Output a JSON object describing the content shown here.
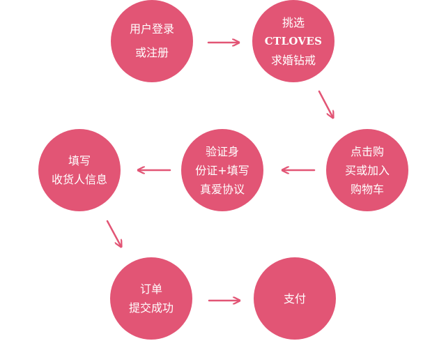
{
  "steps": [
    {
      "id": "login",
      "lines": [
        "用户登录",
        "或注册"
      ]
    },
    {
      "id": "choose",
      "lines": [
        "挑选",
        "CTLOVES",
        "求婚钻戒"
      ]
    },
    {
      "id": "cart",
      "lines": [
        "点击购",
        "买或加入",
        "购物车"
      ]
    },
    {
      "id": "verify",
      "lines": [
        "验证身",
        "份证+填写",
        "真爱协议"
      ]
    },
    {
      "id": "address",
      "lines": [
        "填写",
        "收货人信息"
      ]
    },
    {
      "id": "order",
      "lines": [
        "订单",
        "提交成功"
      ]
    },
    {
      "id": "pay",
      "lines": [
        "支付"
      ]
    }
  ],
  "colors": {
    "circle": "#e25575",
    "arrow": "#e25575",
    "text": "#ffffff"
  }
}
